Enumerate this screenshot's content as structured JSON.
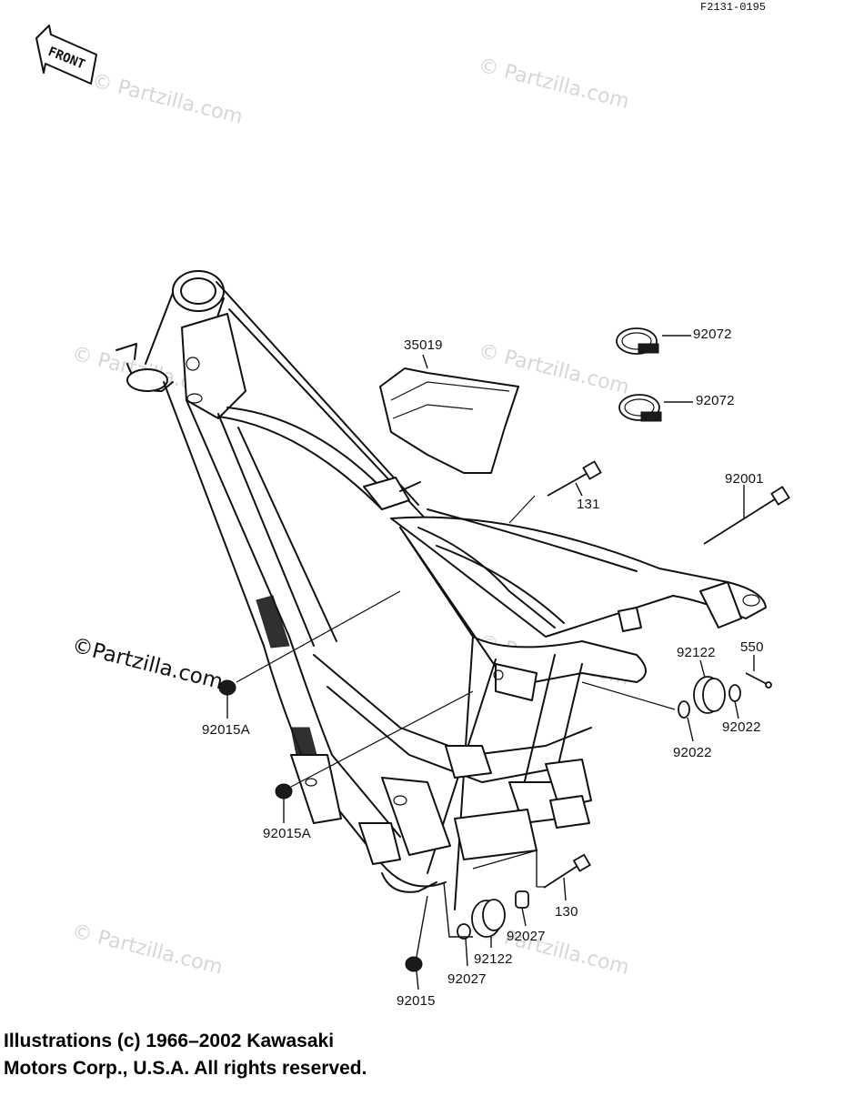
{
  "diagram_code": "F2131-0195",
  "front_label": "FRONT",
  "watermark": "© Partzilla.com",
  "watermark_text": "Partzilla.com",
  "parts": {
    "p35019": "35019",
    "p92072_a": "92072",
    "p92072_b": "92072",
    "p131": "131",
    "p92001": "92001",
    "p92122_a": "92122",
    "p550": "550",
    "p92022_a": "92022",
    "p92022_b": "92022",
    "p92015A_a": "92015A",
    "p92015A_b": "92015A",
    "p130": "130",
    "p92027_a": "92027",
    "p92122_b": "92122",
    "p92027_b": "92027",
    "p92015": "92015"
  },
  "copyright": {
    "line1": "Illustrations (c) 1966–2002 Kawasaki",
    "line2": "Motors Corp., U.S.A.  All rights reserved."
  }
}
